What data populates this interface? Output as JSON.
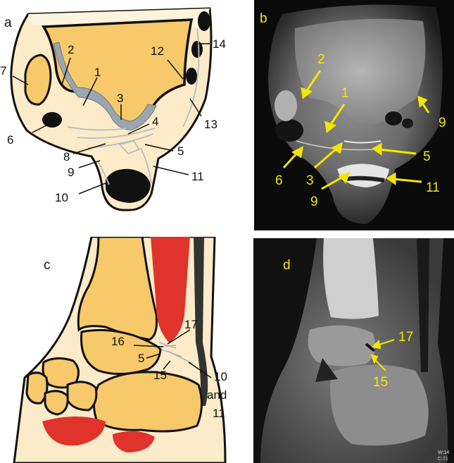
{
  "panels": {
    "a": {
      "tag": "a",
      "labels": {
        "l1": "1",
        "l2": "2",
        "l3": "3",
        "l4": "4",
        "l5": "5",
        "l6": "6",
        "l7": "7",
        "l8": "8",
        "l9": "9",
        "l10": "10",
        "l11": "11",
        "l12": "12",
        "l13": "13",
        "l14": "14"
      }
    },
    "b": {
      "tag": "b",
      "labels": {
        "l2": "2",
        "l1": "1",
        "l9a": "9",
        "l5": "5",
        "l6": "6",
        "l3": "3",
        "l11": "11",
        "l9b": "9"
      }
    },
    "c": {
      "tag": "c",
      "labels": {
        "l17": "17",
        "l16": "16",
        "l5": "5",
        "l15": "15",
        "l10": "10",
        "and": "and",
        "l11": "11"
      }
    },
    "d": {
      "tag": "d",
      "labels": {
        "l17": "17",
        "l15": "15"
      },
      "window_info": {
        "w": "W:14",
        "c": "C:71"
      }
    }
  },
  "colors": {
    "bone": "#f7c96a",
    "soft_tissue": "#fbebc8",
    "cartilage": "#9aa6b0",
    "muscle": "#e0332c",
    "label_yellow": "#f2e600",
    "outline": "#111111"
  }
}
